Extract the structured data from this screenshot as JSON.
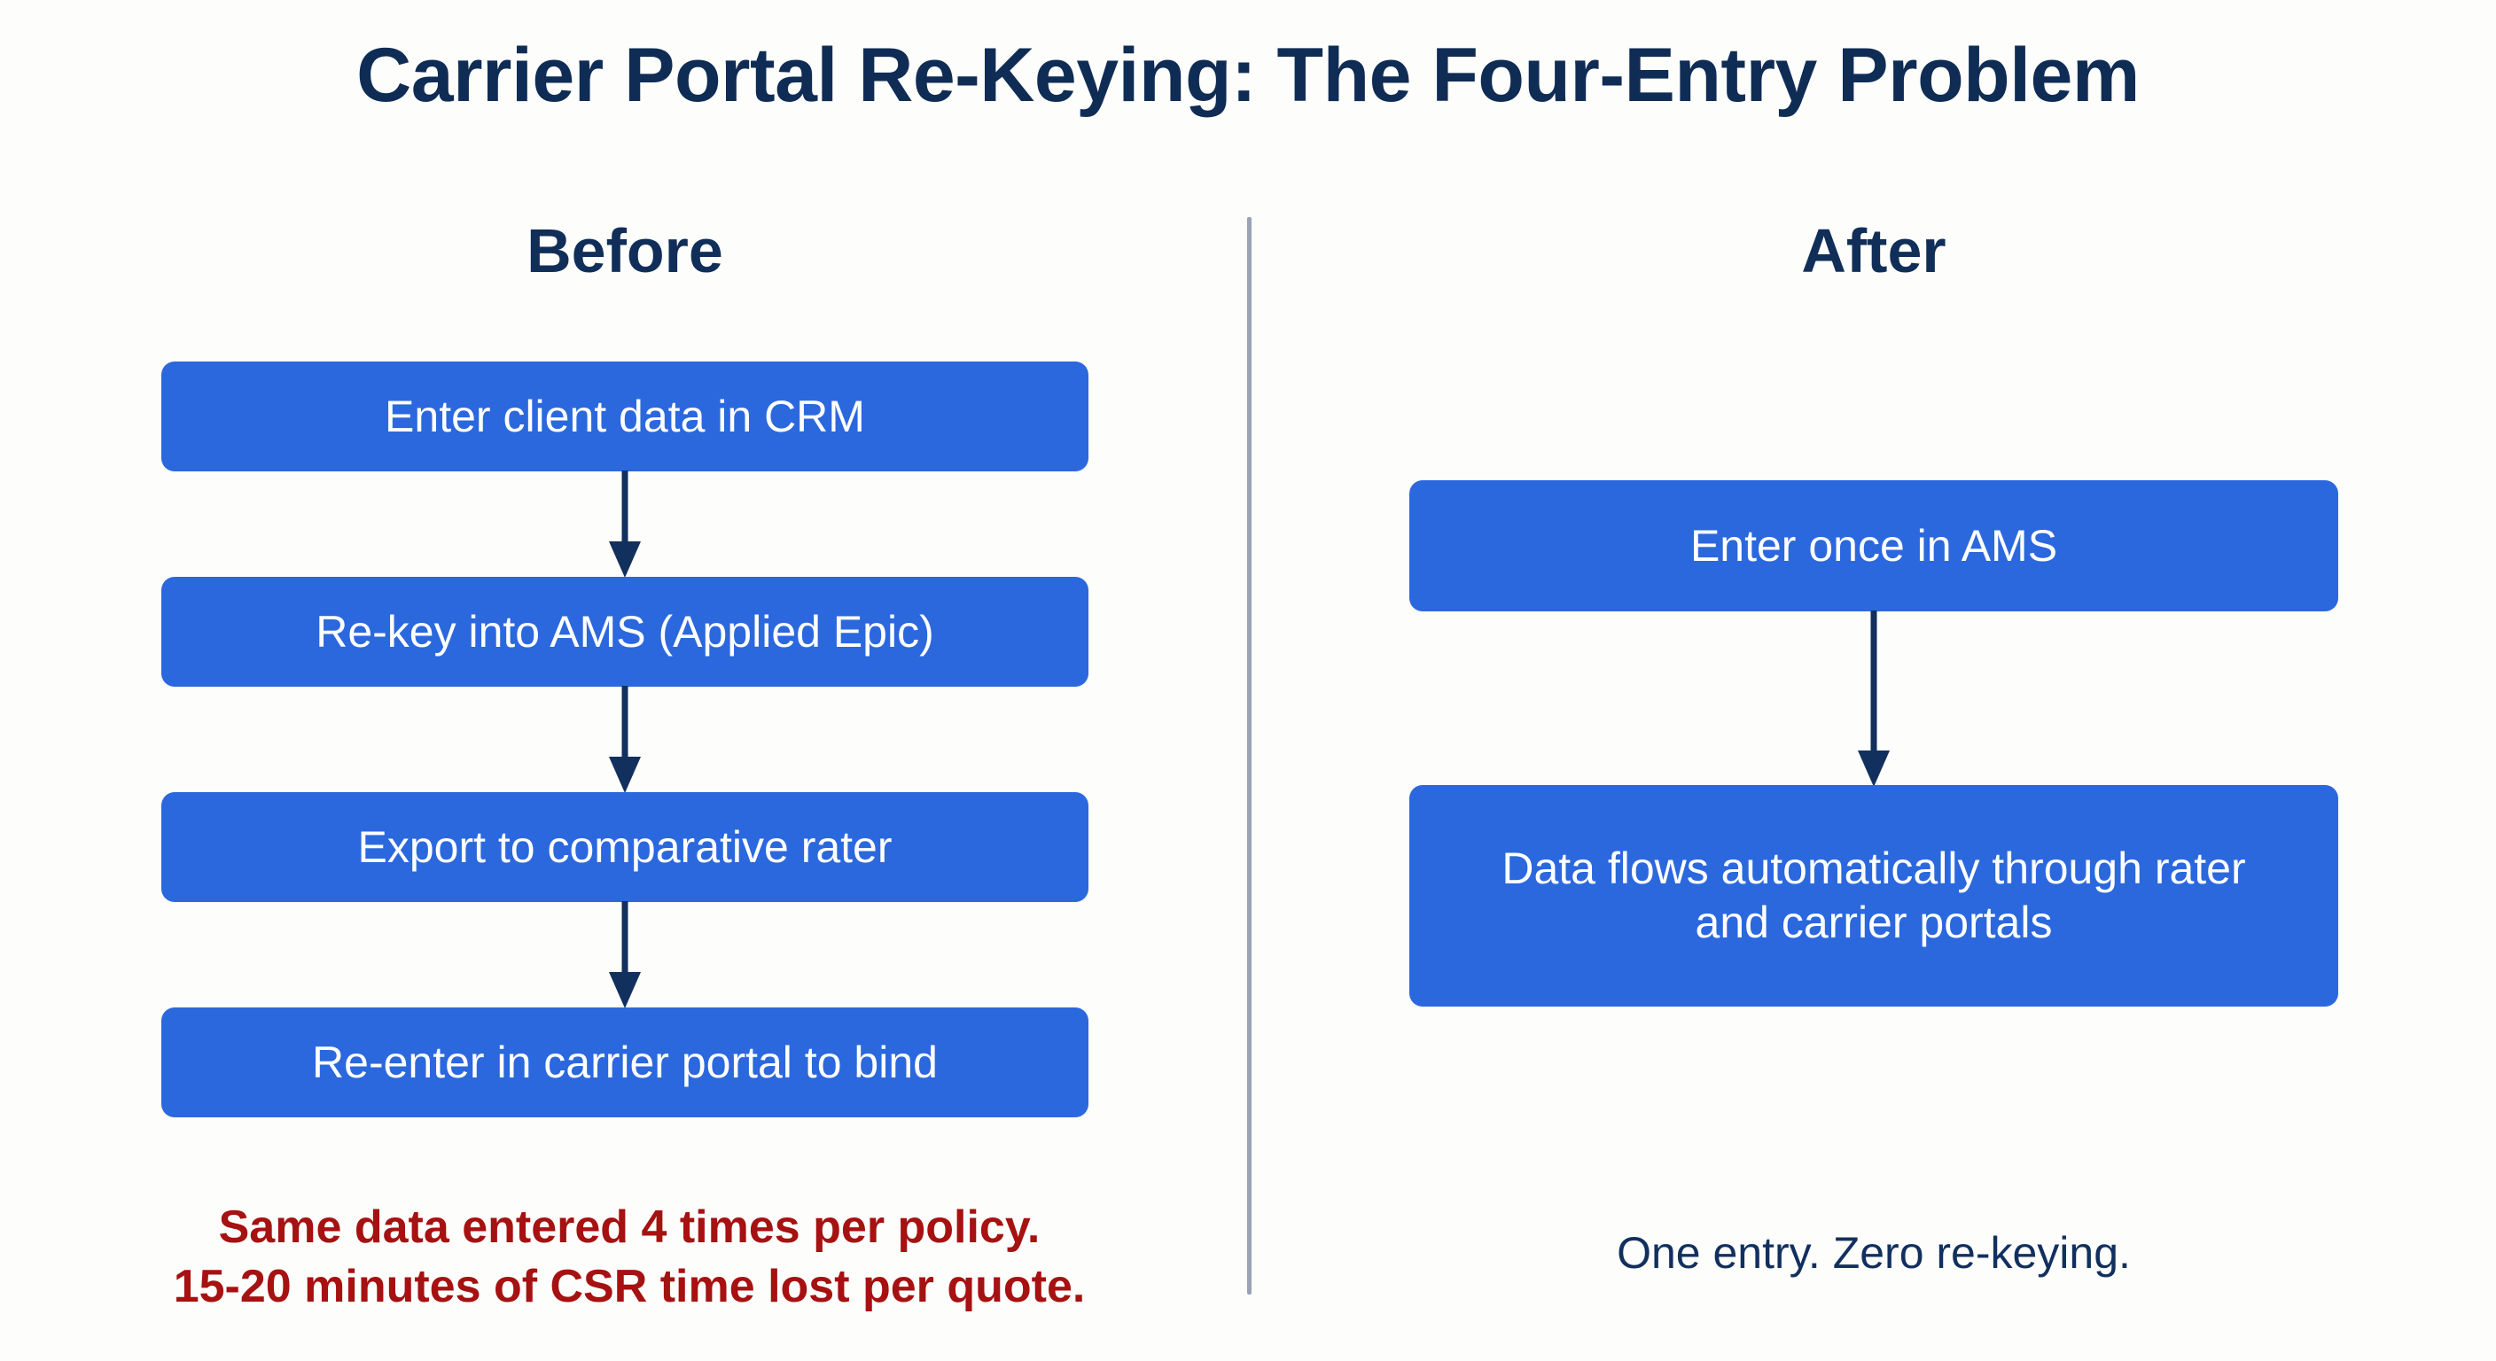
{
  "slide": {
    "title": "Carrier Portal Re-Keying: The Four-Entry Problem",
    "background_color": "#fdfdfb",
    "title_color": "#0f2c55",
    "box_color": "#2b68de",
    "arrow_color": "#11305e",
    "divider_color": "#9aa2b4",
    "warning_color": "#a61111"
  },
  "columns": {
    "before": {
      "heading": "Before",
      "steps": [
        {
          "label": "Enter client data in CRM"
        },
        {
          "label": "Re-key into AMS (Applied Epic)"
        },
        {
          "label": "Export to comparative rater"
        },
        {
          "label": "Re-enter in carrier portal to bind"
        }
      ],
      "arrow_count": 3,
      "caption_lines": [
        "Same data entered 4 times per policy.",
        "15-20 minutes of CSR time lost per quote."
      ]
    },
    "after": {
      "heading": "After",
      "steps": [
        {
          "label": "Enter once in AMS"
        },
        {
          "label": "Data flows automatically through rater and carrier portals"
        }
      ],
      "arrow_count": 1,
      "caption_lines": [
        "One entry. Zero re-keying."
      ]
    }
  }
}
